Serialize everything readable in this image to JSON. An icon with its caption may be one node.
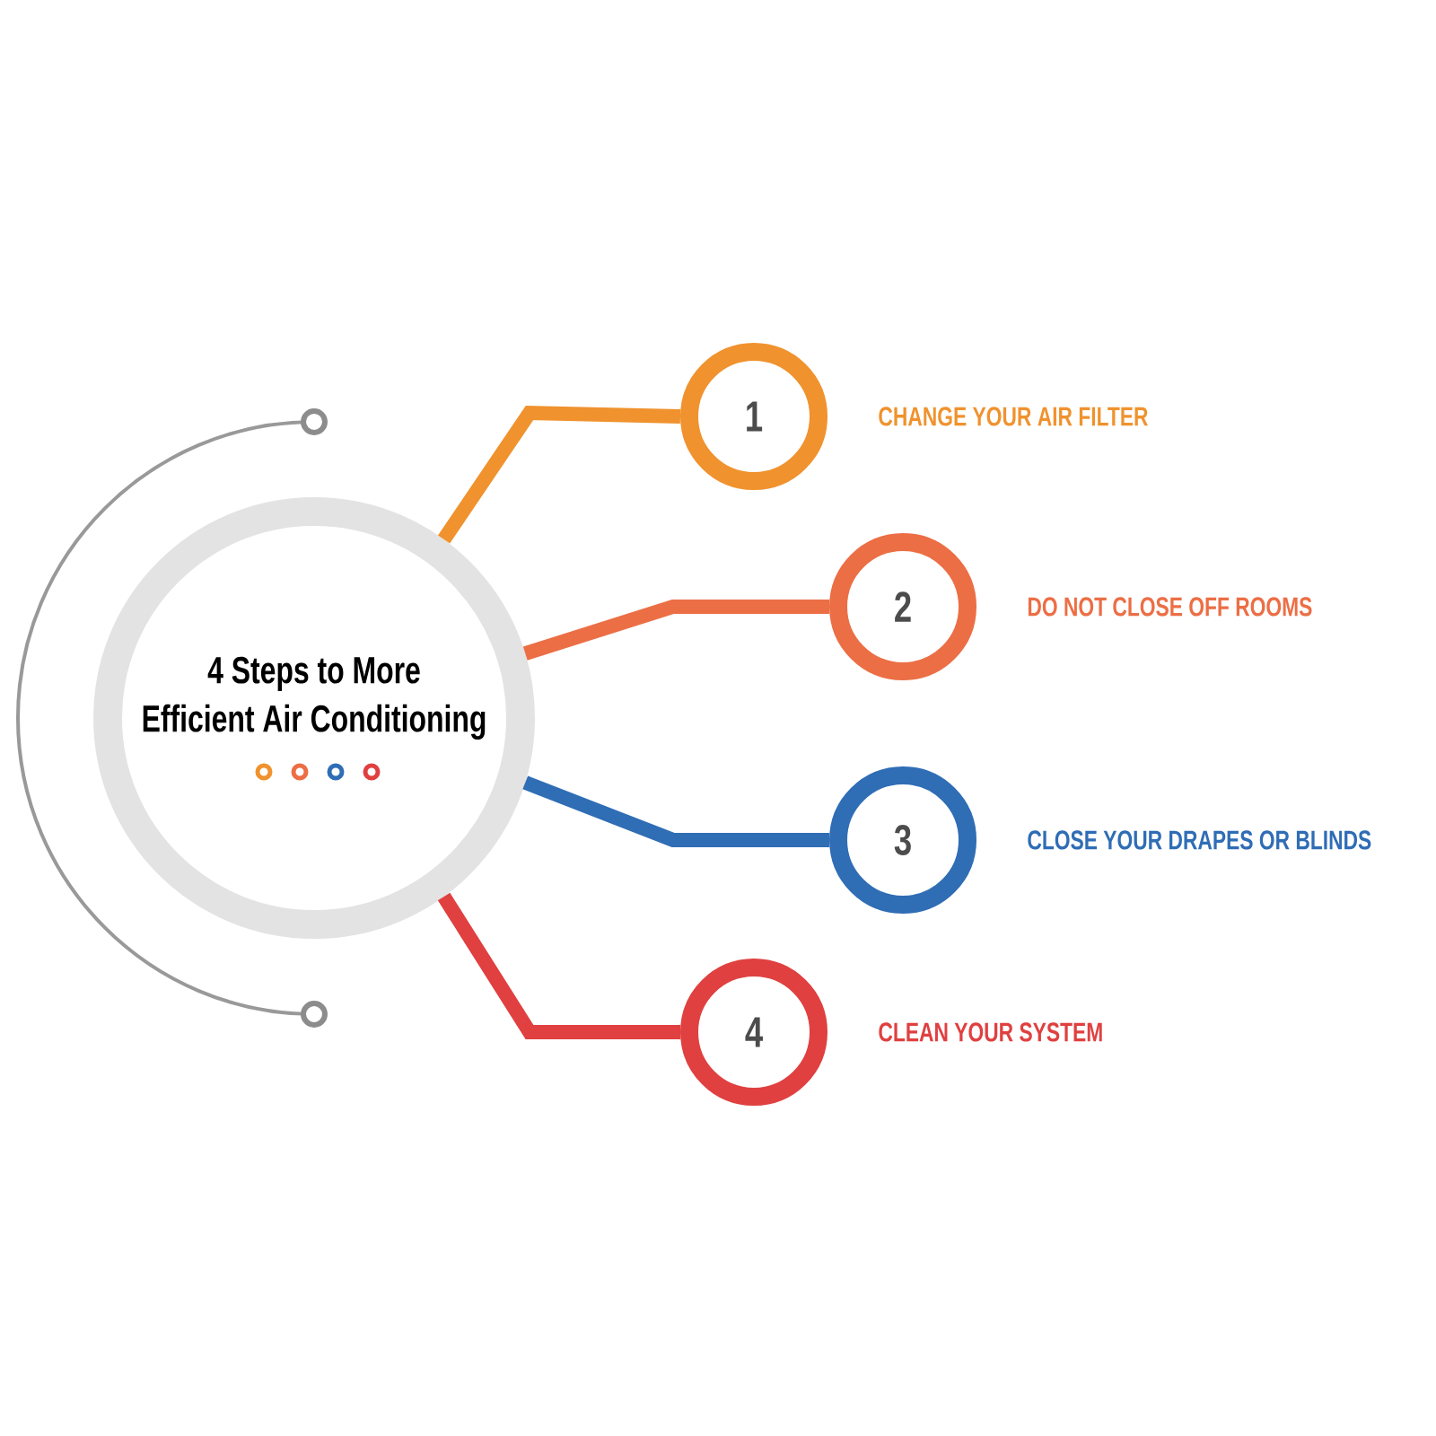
{
  "diagram": {
    "nodes": [
      {
        "text": [
          "4 Steps to More Efficient Air Conditioning"
        ]
      },
      {
        "text": [
          "1"
        ],
        "beside": [
          "CHANGE YOUR AIR FILTER"
        ]
      },
      {
        "text": [
          "2"
        ],
        "beside": [
          "DO NOT CLOSE OFF ROOMS"
        ]
      },
      {
        "text": [
          "3"
        ],
        "beside": [
          "CLOSE YOUR DRAPES OR BLINDS"
        ]
      },
      {
        "text": [
          "4"
        ],
        "beside": [
          "CLEAN YOUR SYSTEM"
        ]
      }
    ],
    "edges": [
      {
        "from": 0,
        "to": 1,
        "arrow": "none",
        "color": "#f0922e"
      },
      {
        "from": 0,
        "to": 2,
        "arrow": "none",
        "color": "#ec6e45"
      },
      {
        "from": 0,
        "to": 3,
        "arrow": "none",
        "color": "#2f6db5"
      },
      {
        "from": 0,
        "to": 4,
        "arrow": "none",
        "color": "#e04040"
      }
    ]
  }
}
